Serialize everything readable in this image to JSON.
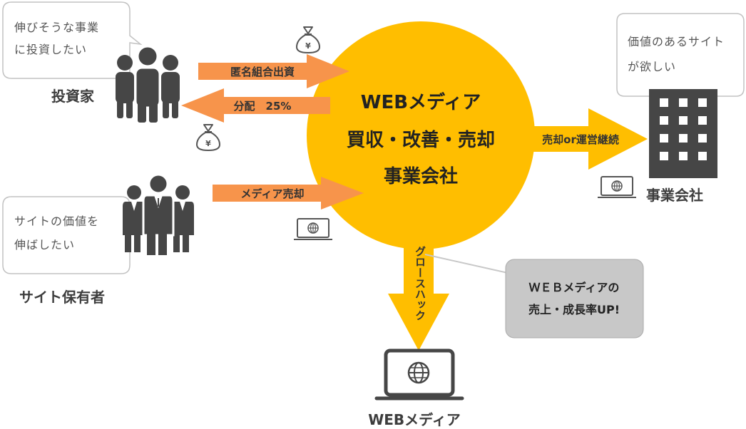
{
  "colors": {
    "circle": "#FFBE00",
    "arrow_orange": "#F7944B",
    "arrow_yellow": "#FFBE00",
    "icon_dark": "#464646",
    "note_bg": "#C8C8C8"
  },
  "investors": {
    "bubble_lines": [
      "伸びそうな事業",
      "に投資したい"
    ],
    "label": "投資家",
    "icon": "people-group-icon"
  },
  "site_owners": {
    "bubble_lines": [
      "サイトの価値を",
      "伸ばしたい"
    ],
    "label": "サイト保有者",
    "icon": "businessmen-group-icon"
  },
  "company": {
    "bubble_lines": [
      "価値のあるサイト",
      "が欲しい"
    ],
    "label": "事業会社",
    "icon": "office-building-icon"
  },
  "center": {
    "lines": [
      "WEBメディア",
      "買収・改善・売却",
      "事業会社"
    ]
  },
  "arrows": {
    "investment": "匿名組合出資",
    "dividend": "分配　25%",
    "media_sale": "メディア売却",
    "sell_or_operate": "売却or運営継続",
    "growth_hack": "グロースハック"
  },
  "note": {
    "lines": [
      "ＷＥＢメディアの",
      "売上・成長率UP!"
    ]
  },
  "bottom": {
    "label": "WEBメディア",
    "icon": "laptop-globe-icon"
  },
  "icons": [
    "yen-moneybag-icon",
    "laptop-globe-icon"
  ]
}
